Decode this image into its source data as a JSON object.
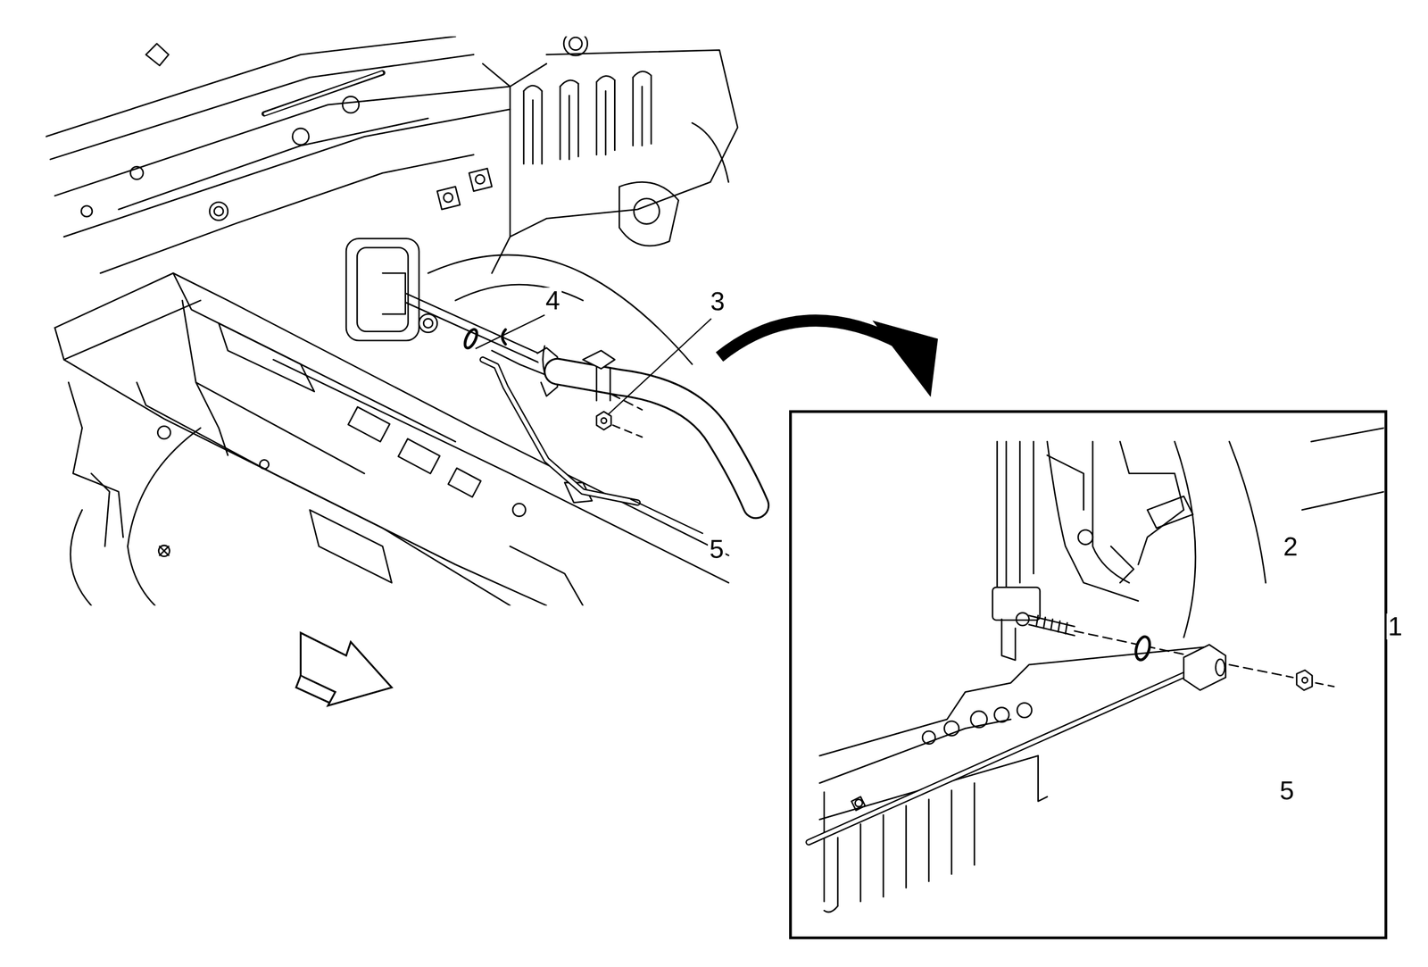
{
  "diagram": {
    "labels": [
      "4",
      "3",
      "5",
      "2",
      "1",
      "5"
    ]
  }
}
